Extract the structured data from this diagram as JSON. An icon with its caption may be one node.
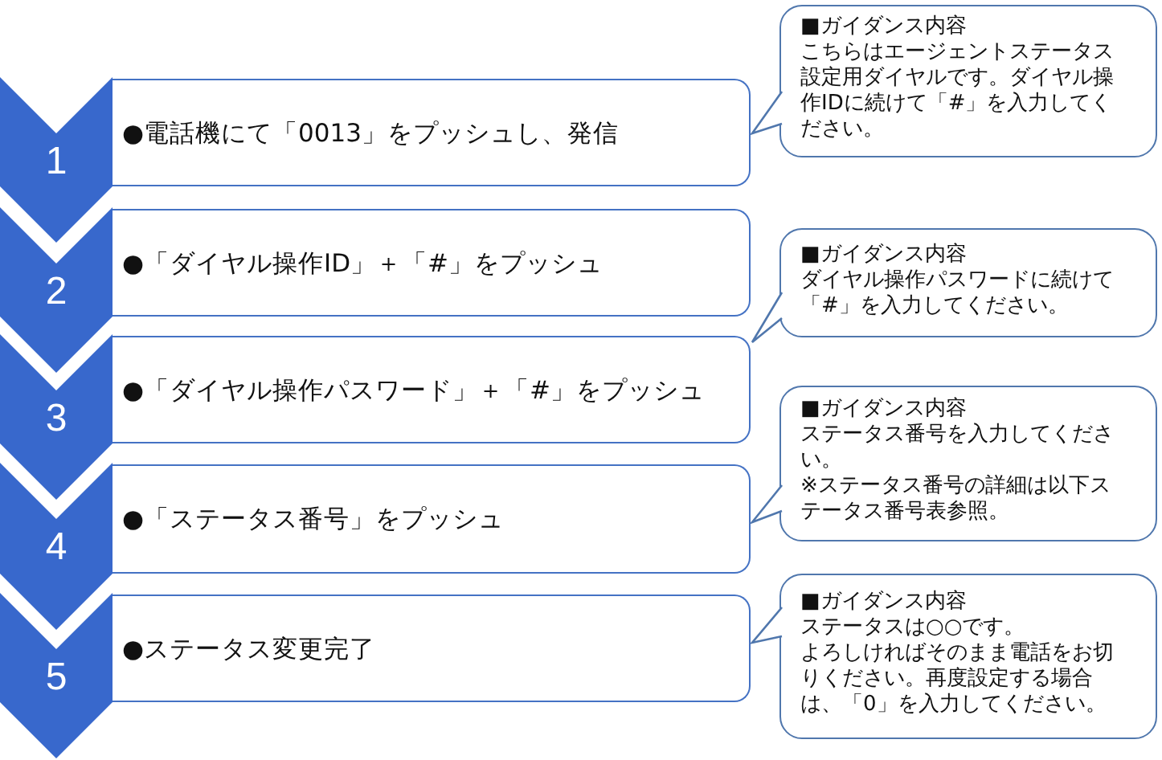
{
  "diagram": {
    "nodes": [
      {
        "text": [
          "1"
        ]
      },
      {
        "text": [
          "●電話機にて「0013」をプッシュし、発信"
        ]
      },
      {
        "text": [
          "■ガイダンス内容",
          "こちらはエージェントステータス設定用ダイヤルです。ダイヤル操作IDに続けて「#」を入力してください。"
        ]
      },
      {
        "text": [
          "2"
        ]
      },
      {
        "text": [
          "●「ダイヤル操作ID」＋「#」をプッシュ"
        ]
      },
      {
        "text": [
          "■ガイダンス内容",
          "ダイヤル操作パスワードに続けて「#」を入力してください。"
        ]
      },
      {
        "text": [
          "3"
        ]
      },
      {
        "text": [
          "●「ダイヤル操作パスワード」＋「#」をプッシュ"
        ]
      },
      {
        "text": [
          "■ガイダンス内容",
          "ステータス番号を入力してください。",
          "※ステータス番号の詳細は以下ステータス番号表参照。"
        ]
      },
      {
        "text": [
          "4"
        ]
      },
      {
        "text": [
          "●「ステータス番号」をプッシュ"
        ]
      },
      {
        "text": [
          "■ガイダンス内容",
          "ステータスは○○です。",
          "よろしければそのまま電話をお切りください。再度設定する場合は、「0」を入力してください。"
        ]
      },
      {
        "text": [
          "5"
        ]
      },
      {
        "text": [
          "●ステータス変更完了"
        ]
      }
    ],
    "edges": [
      {
        "from": 2,
        "to": 1,
        "arrow": "to"
      },
      {
        "from": 5,
        "to": 7,
        "arrow": "to"
      },
      {
        "from": 8,
        "to": 10,
        "arrow": "to"
      },
      {
        "from": 11,
        "to": 13,
        "arrow": "to"
      }
    ]
  }
}
